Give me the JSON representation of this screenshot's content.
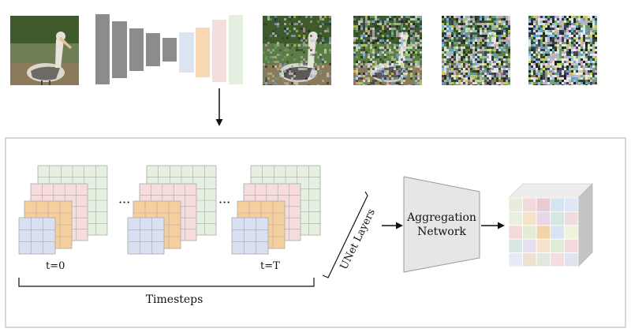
{
  "labels": {
    "t_start": "t=0",
    "t_end": "t=T",
    "timesteps": "Timesteps",
    "unet_layers": "UNet Layers",
    "aggregation_line1": "Aggregation",
    "aggregation_line2": "Network",
    "ellipsis": "···"
  },
  "images": [
    {
      "name": "input-photo",
      "noise": 0
    },
    {
      "name": "noisy-photo-1",
      "noise": 0.25
    },
    {
      "name": "noisy-photo-2",
      "noise": 0.55
    },
    {
      "name": "noisy-photo-3",
      "noise": 0.8
    },
    {
      "name": "noisy-photo-4",
      "noise": 0.95
    }
  ],
  "colors": {
    "unet_encoder": "#8c8c8c",
    "unet_decoder": [
      "#dce4f4",
      "#f9d8b4",
      "#f6dddd",
      "#e3efdf"
    ],
    "feature_green": "#e6f0e1",
    "feature_pink": "#f6dcdc",
    "feature_orange": "#f6cf9e",
    "feature_blue": "#d9e0f2",
    "aggregation_fill": "#e6e6e6",
    "panel_border": "#bdbdbd",
    "grid_line": "#a9a9a9"
  },
  "output_grid_colors": [
    [
      "#e7edd9",
      "#f1d9dc",
      "#e9cbd3",
      "#d6e3f0",
      "#dfe6f5"
    ],
    [
      "#e8f1e0",
      "#f7e2c8",
      "#e8d6e8",
      "#d4e8e0",
      "#f0dbe0"
    ],
    [
      "#f4d9d9",
      "#e4ecd8",
      "#f3d4a8",
      "#dbe3f3",
      "#eef3dc"
    ],
    [
      "#d9e7e2",
      "#e5dff0",
      "#f6e4cc",
      "#e0ebd8",
      "#f3d9de"
    ],
    [
      "#e6e9f6",
      "#eee1d0",
      "#dfe9de",
      "#f4dde2",
      "#dfe4f1"
    ]
  ]
}
